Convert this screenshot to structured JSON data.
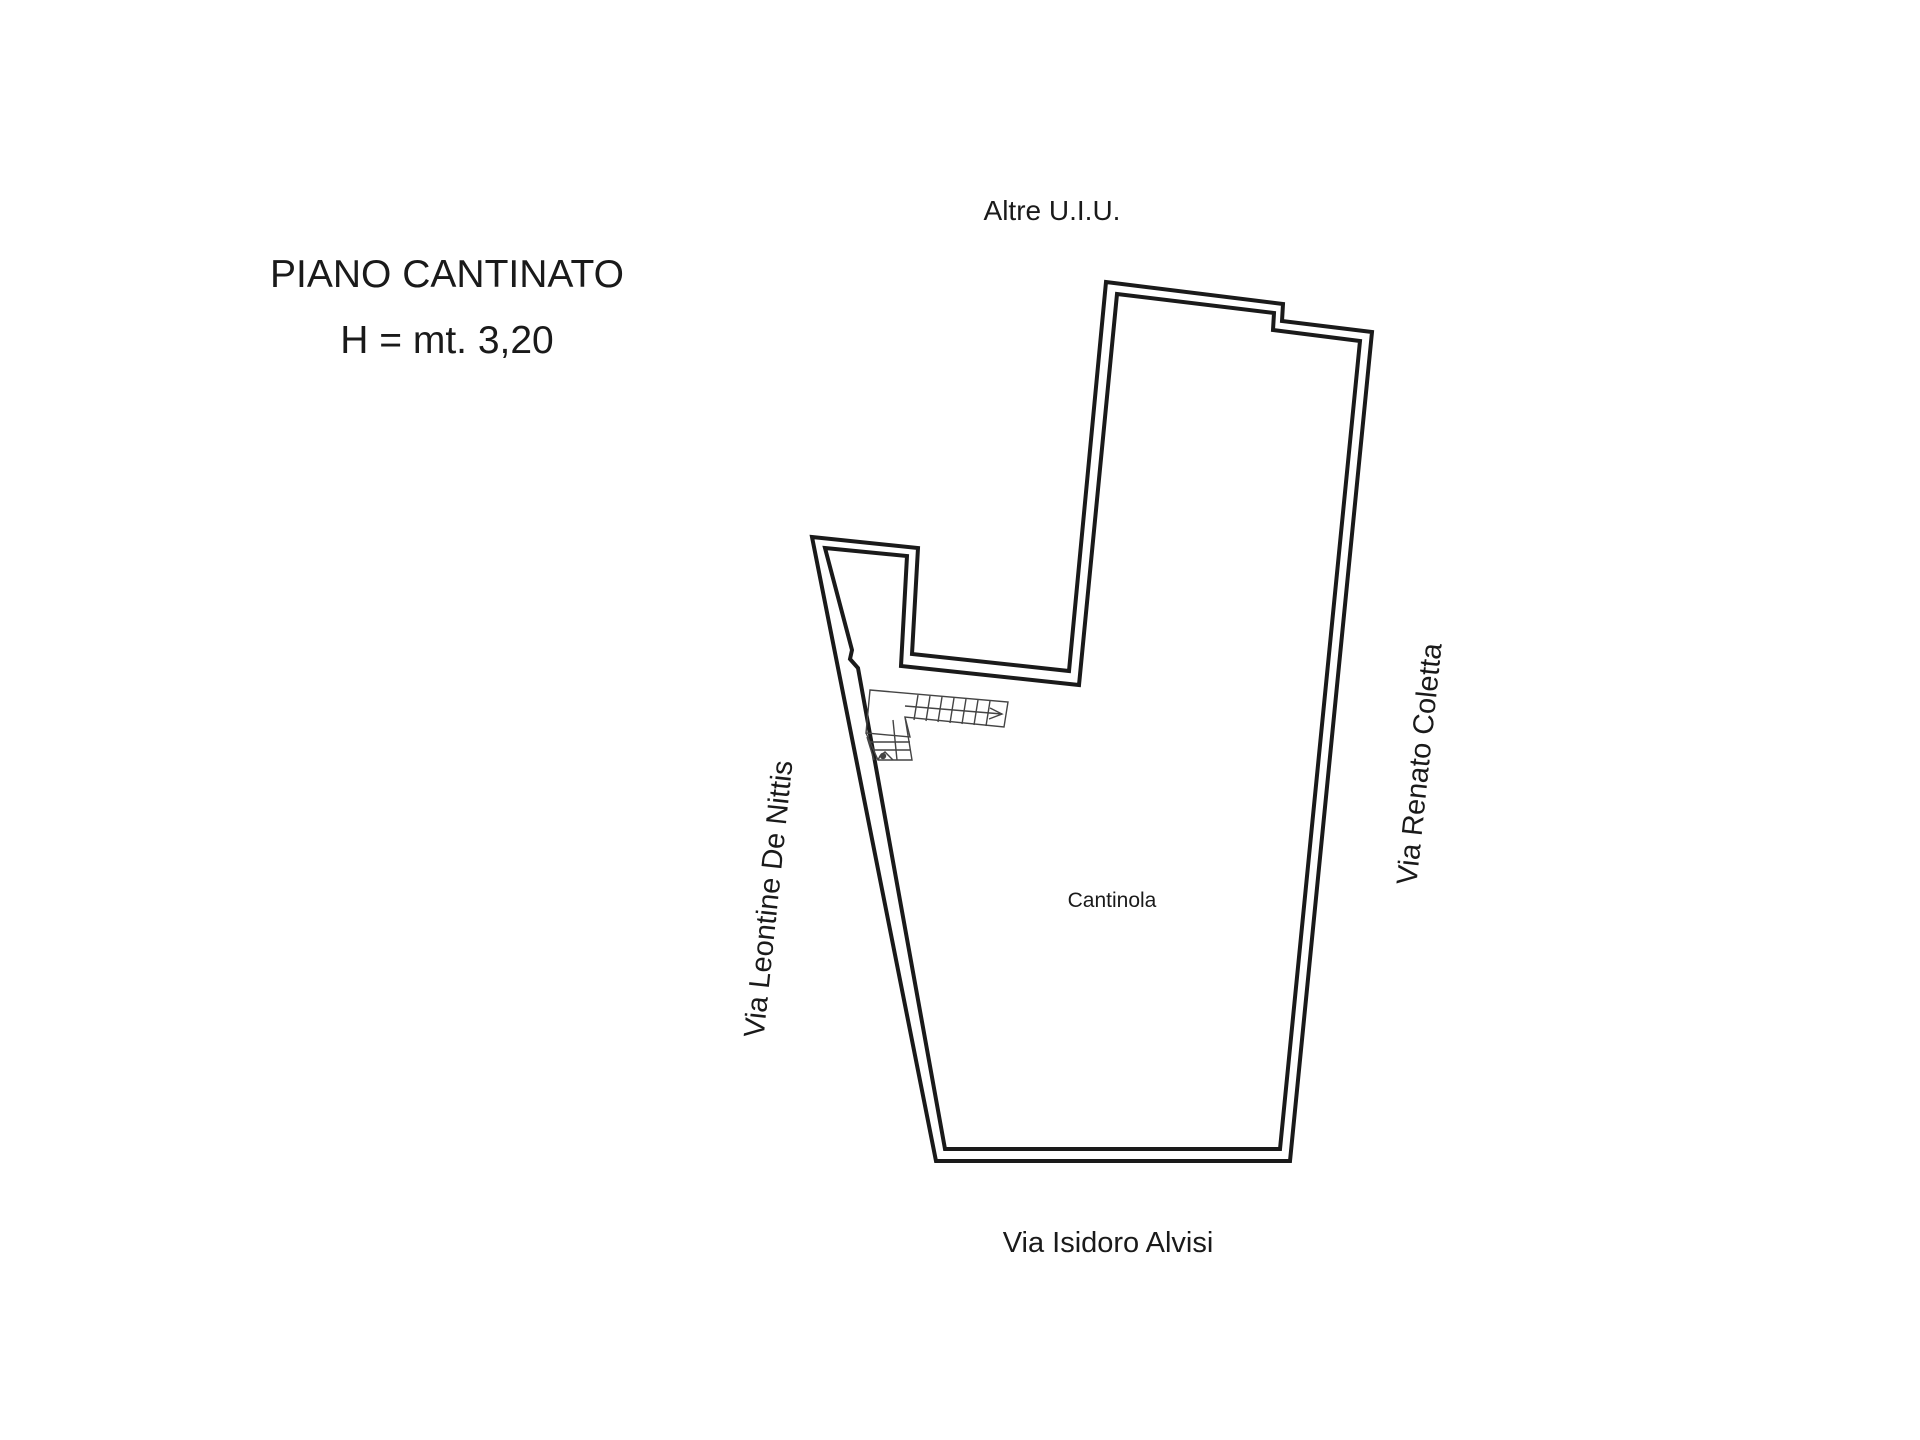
{
  "plan": {
    "title": "PIANO CANTINATO",
    "height_note": "H = mt. 3,20",
    "room_label": "Cantinola",
    "boundaries": {
      "north": "Altre U.I.U.",
      "south": "Via Isidoro Alvisi",
      "west": "Via Leontine De Nittis",
      "east": "Via Renato Coletta"
    }
  },
  "colors": {
    "ink": "#1a1a1a",
    "background": "#ffffff"
  }
}
